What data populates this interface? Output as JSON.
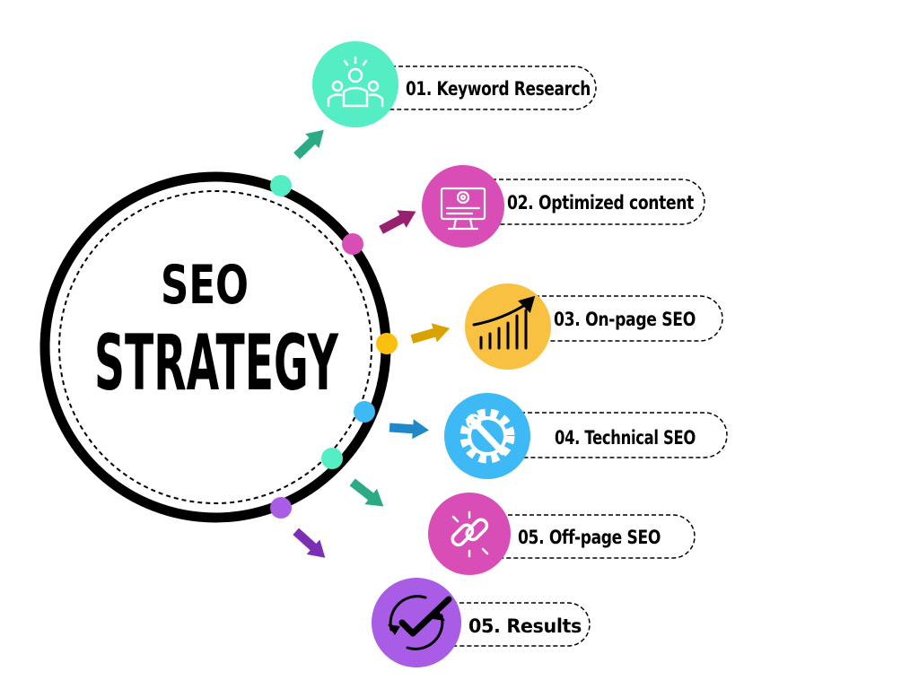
{
  "center": {
    "title_line1": "SEO",
    "title_line2": "STRATEGY"
  },
  "steps": [
    {
      "label": "01. Keyword Research",
      "icon": "team-icon",
      "color": "#55EEC4",
      "dot_color": "#55EEC4",
      "arrow_color": "#2BAA86"
    },
    {
      "label": "02. Optimized content",
      "icon": "monitor-gear-icon",
      "color": "#D84EB6",
      "dot_color": "#D84EB6",
      "arrow_color": "#97206F"
    },
    {
      "label": "03. On-page SEO",
      "icon": "growth-chart-icon",
      "color": "#F9C141",
      "dot_color": "#F9C10E",
      "arrow_color": "#D8A300"
    },
    {
      "label": "04. Technical SEO",
      "icon": "gear-wrench-icon",
      "color": "#3DB9F5",
      "dot_color": "#3DB9F5",
      "arrow_color": "#1E88C8"
    },
    {
      "label": "05. Off-page SEO",
      "icon": "broken-link-icon",
      "color": "#D84EB6",
      "dot_color": "#55EEC4",
      "arrow_color": "#2BAA86"
    },
    {
      "label": "05. Results",
      "icon": "checkmark-refresh-icon",
      "color": "#A95CE6",
      "dot_color": "#A95CE6",
      "arrow_color": "#7B2FB5"
    }
  ]
}
